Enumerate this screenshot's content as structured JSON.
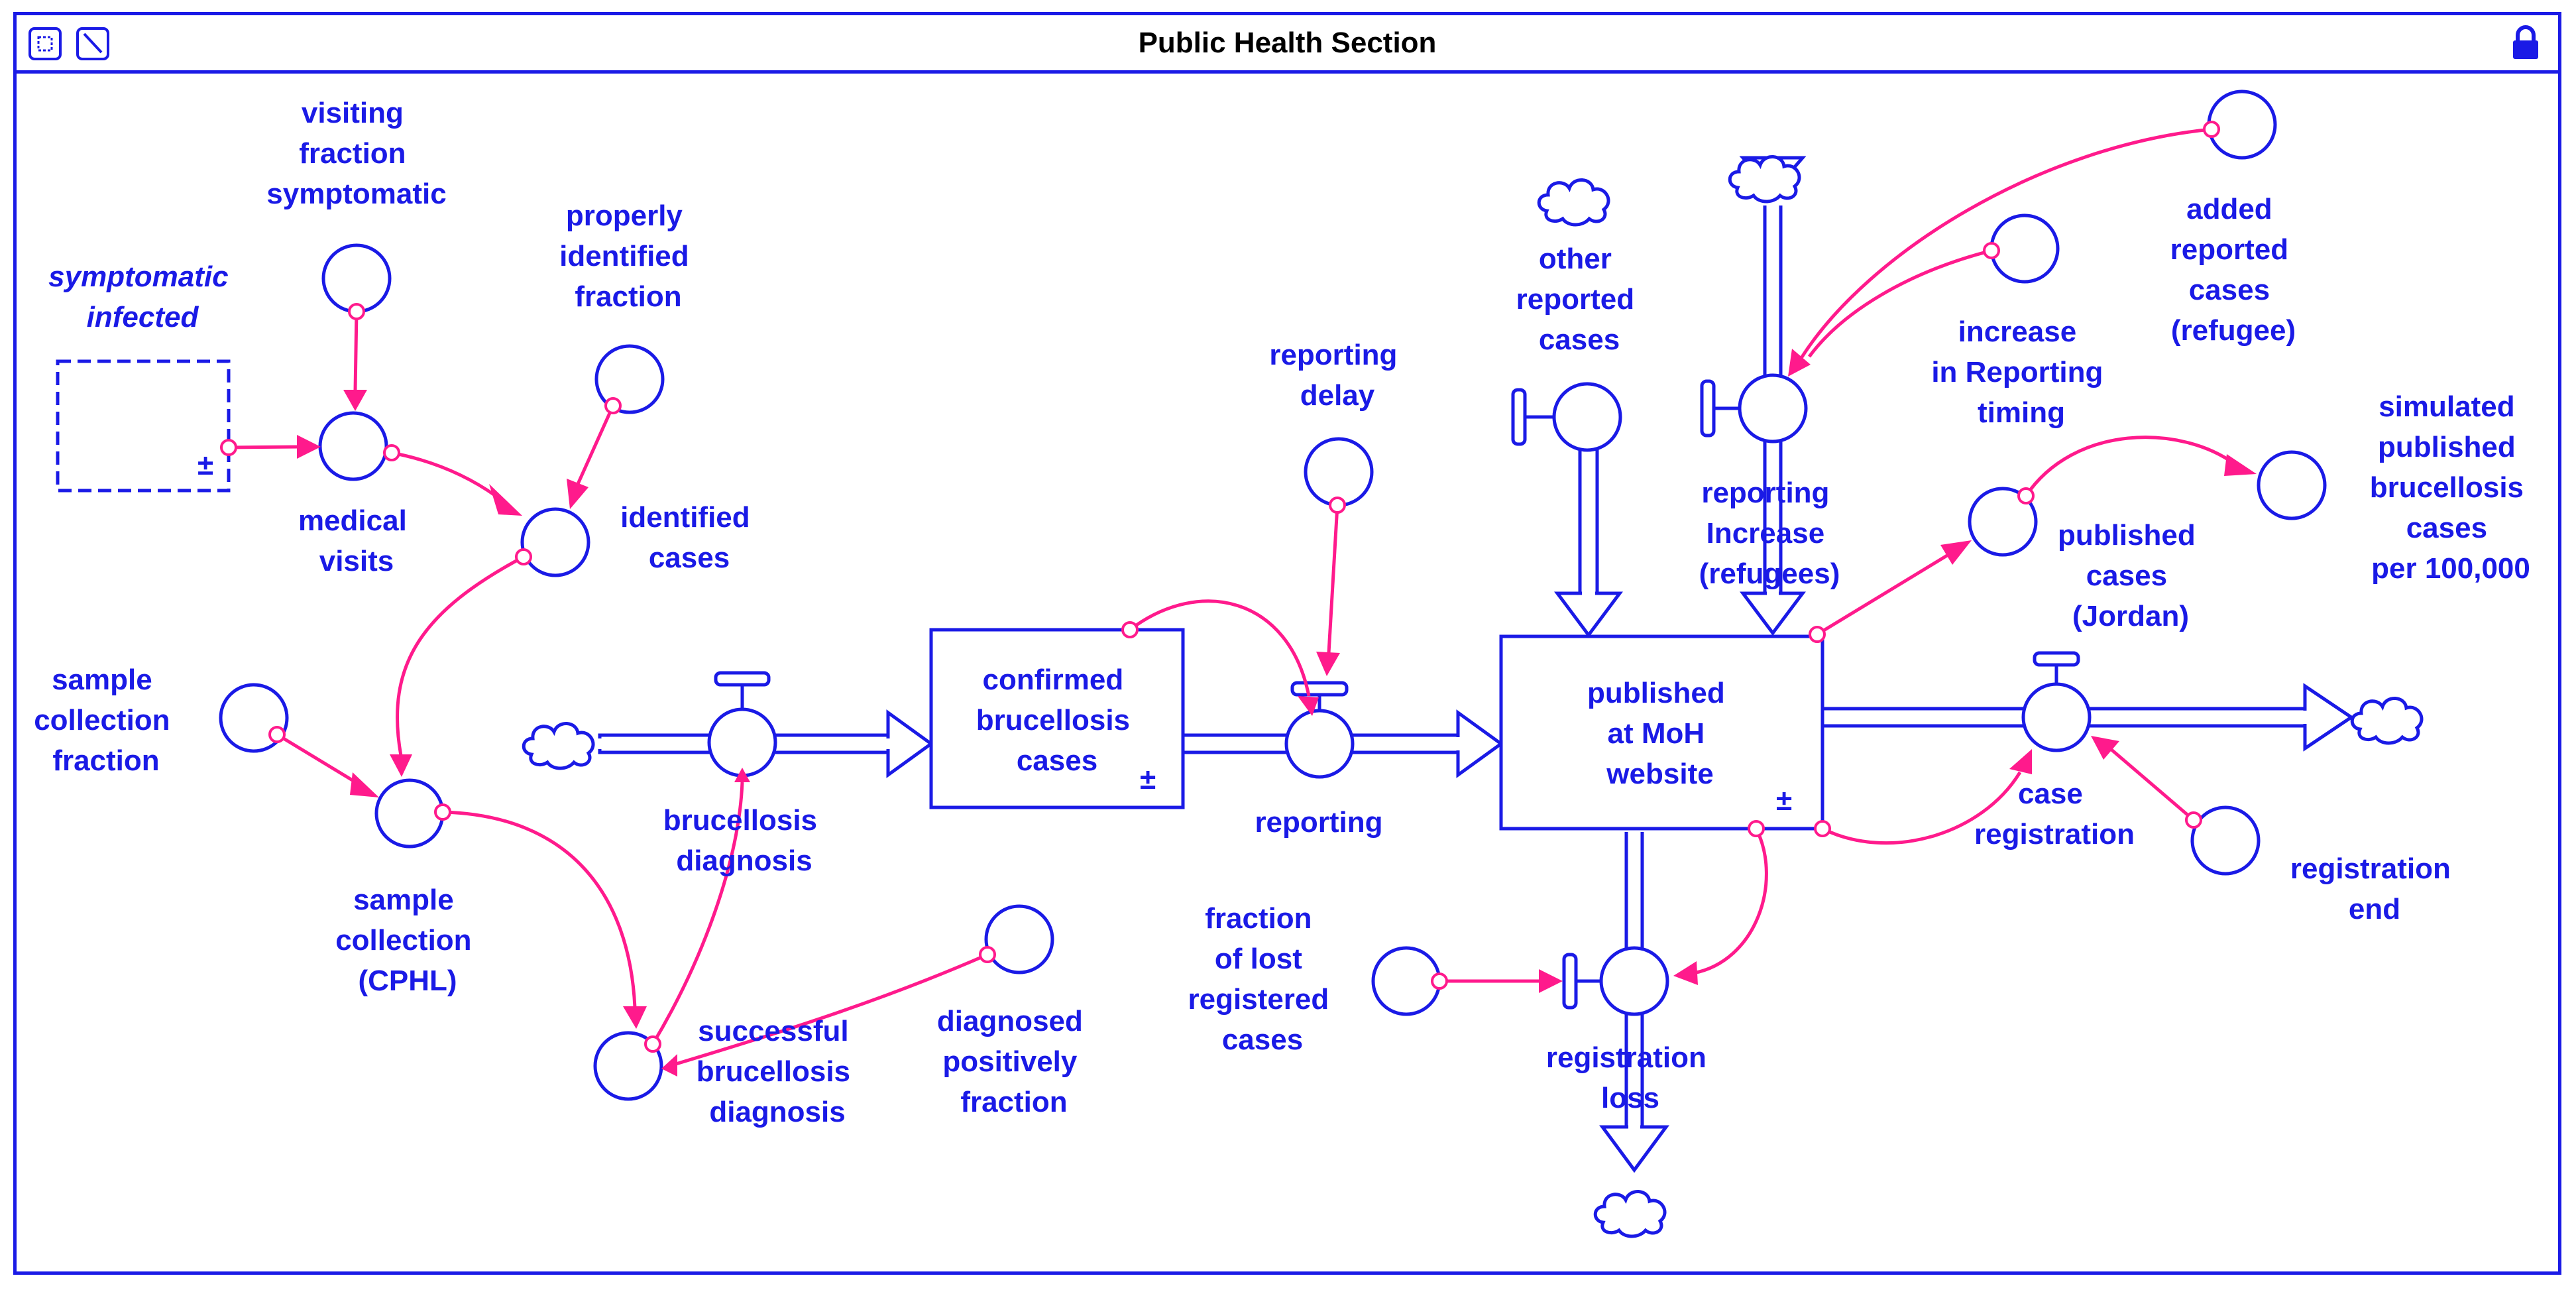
{
  "window": {
    "title": "Public Health Section"
  },
  "toolbar": {
    "left_icons": [
      "select-region-icon",
      "diagonal-tool-icon"
    ],
    "right_icon": "lock-icon"
  },
  "colors": {
    "structure": "#1a1ae6",
    "links": "#ff1a8c",
    "title": "#000000"
  },
  "nodes": {
    "visiting_fraction_symptomatic": [
      "visiting",
      "fraction",
      "symptomatic"
    ],
    "symptomatic_infected": [
      "symptomatic",
      "infected"
    ],
    "properly_identified_fraction": [
      "properly",
      "identified",
      "fraction"
    ],
    "medical_visits": [
      "medical",
      "visits"
    ],
    "identified_cases": [
      "identified",
      "cases"
    ],
    "sample_collection_fraction": [
      "sample",
      "collection",
      "fraction"
    ],
    "sample_collection": [
      "sample",
      "collection",
      "(CPHL)"
    ],
    "brucellosis_diagnosis": [
      "brucellosis",
      "diagnosis"
    ],
    "confirmed_brucellosis_cases": [
      "confirmed",
      "brucellosis",
      "cases"
    ],
    "successful_brucellosis_diagnosis": [
      "successful",
      "brucellosis",
      "diagnosis"
    ],
    "diagnosed_positively_fraction": [
      "diagnosed",
      "positively",
      "fraction"
    ],
    "reporting_delay": [
      "reporting",
      "delay"
    ],
    "reporting": [
      "reporting"
    ],
    "other_reported_cases": [
      "other",
      "reported",
      "cases"
    ],
    "reporting_increase": [
      "reporting",
      "Increase",
      "(refugees)"
    ],
    "increase_in_reporting_timing": [
      "increase",
      "in Reporting",
      "timing"
    ],
    "added_reported_cases": [
      "added",
      "reported",
      "cases",
      "(refugee)"
    ],
    "published_at_moh": [
      "published",
      "at MoH",
      "website"
    ],
    "published_cases_jordan": [
      "published",
      "cases",
      "(Jordan)"
    ],
    "simulated_published": [
      "simulated",
      "published",
      "brucellosis",
      "cases",
      "per 100,000"
    ],
    "case_registration": [
      "case",
      "registration"
    ],
    "registration_end": [
      "registration",
      "end"
    ],
    "fraction_of_lost_registered": [
      "fraction",
      "of lost",
      "registered",
      "cases"
    ],
    "registration_loss": [
      "registration",
      "loss"
    ]
  },
  "stock_marker": "±"
}
